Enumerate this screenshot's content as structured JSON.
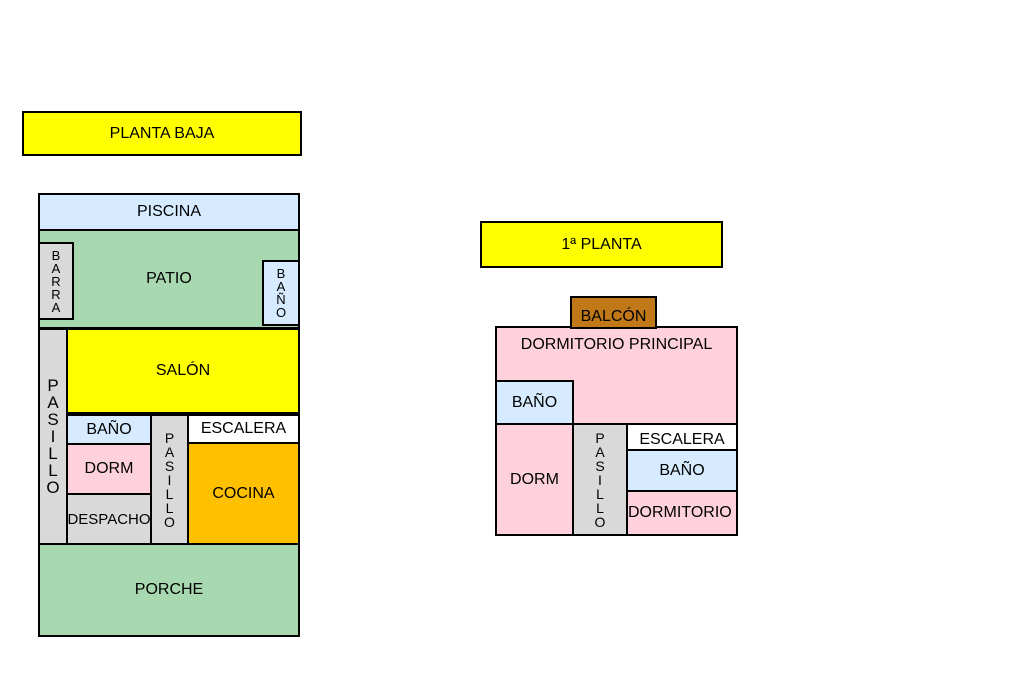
{
  "ground_floor": {
    "title": "PLANTA BAJA",
    "rooms": {
      "piscina": "PISCINA",
      "patio": "PATIO",
      "barra": "BARRA",
      "bano_patio": "BAÑO",
      "salon": "SALÓN",
      "pasillo_left": "PASILLO",
      "bano": "BAÑO",
      "dorm": "DORM",
      "despacho": "DESPACHO",
      "pasillo_center": "PASILLO",
      "escalera": "ESCALERA",
      "cocina": "COCINA",
      "porche": "PORCHE"
    }
  },
  "first_floor": {
    "title": "1ª PLANTA",
    "rooms": {
      "balcon": "BALCÓN",
      "dormitorio_principal": "DORMITORIO PRINCIPAL",
      "bano": "BAÑO",
      "dorm": "DORM",
      "pasillo": "PASILLO",
      "escalera": "ESCALERA",
      "bano_right": "BAÑO",
      "dormitorio": "DORMITORIO"
    }
  },
  "colors": {
    "title": "#ffff00",
    "water": "#d6ebff",
    "outdoor": "#a8d8b0",
    "corridor": "#d9d9d9",
    "bedroom": "#ffd1dc",
    "kitchen": "#ffc000",
    "balcony": "#c07818"
  }
}
